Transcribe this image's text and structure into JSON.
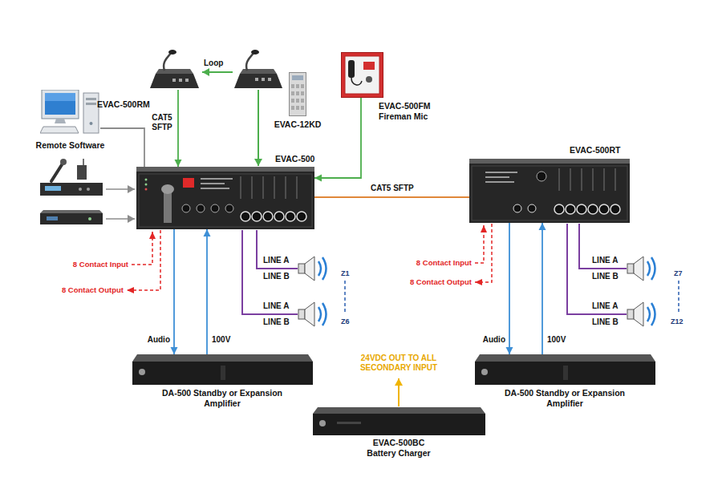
{
  "diagram": {
    "nodes": [
      {
        "text": [
          "Remote Software"
        ]
      },
      {
        "text": [
          "EVAC-500RM"
        ]
      },
      {
        "text": [
          "EVAC-12KD"
        ]
      },
      {
        "text": [
          "EVAC-500FM Fireman Mic"
        ]
      },
      {
        "text": [
          "EVAC-500"
        ]
      },
      {
        "text": [
          "EVAC-500RT"
        ]
      },
      {
        "text": [
          "DA-500 Standby or Expansion Amplifier"
        ]
      },
      {
        "text": [
          "DA-500 Standby or Expansion Amplifier"
        ]
      },
      {
        "text": [
          "EVAC-500BC Battery Charger"
        ]
      }
    ],
    "edges": [
      {
        "from": 0,
        "to": 4,
        "arrow": "none"
      },
      {
        "from": 1,
        "to": 4,
        "arrow": "to",
        "label": "CAT5 SFTP"
      },
      {
        "from": 3,
        "to": 4,
        "arrow": "to"
      },
      {
        "from": 4,
        "to": 5,
        "arrow": "none",
        "label": "CAT5 SFTP"
      },
      {
        "from": 4,
        "to": 6,
        "arrow": "to",
        "label": "Audio"
      },
      {
        "from": 6,
        "to": 4,
        "arrow": "to",
        "label": "100V"
      },
      {
        "from": 5,
        "to": 7,
        "arrow": "to",
        "label": "Audio"
      },
      {
        "from": 7,
        "to": 5,
        "arrow": "to",
        "label": "100V"
      }
    ],
    "labels": [
      "Loop",
      "8 Contact Input",
      "8 Contact Output",
      "LINE A",
      "LINE B",
      "LINE A",
      "LINE B",
      "Z1",
      "Z6",
      "8 Contact Input",
      "8 Contact Output",
      "LINE A",
      "LINE B",
      "LINE A",
      "LINE B",
      "Z7",
      "Z12",
      "24VDC OUT TO ALL SECONDARY INPUT"
    ]
  }
}
